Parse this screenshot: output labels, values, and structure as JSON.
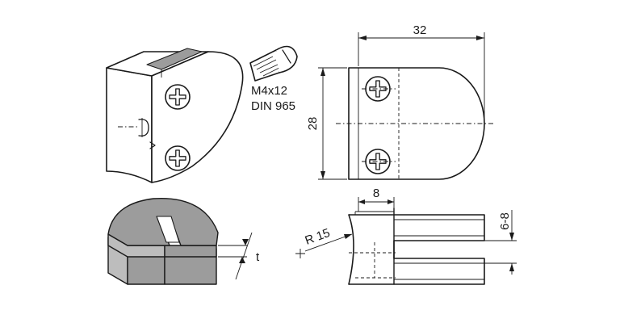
{
  "annotations": {
    "screw_size": "M4x12",
    "screw_standard": "DIN 965",
    "dim_width": "32",
    "dim_height": "28",
    "dim_slot": "8",
    "dim_glass": "6-8",
    "dim_radius": "R 15",
    "dim_thickness": "t"
  }
}
